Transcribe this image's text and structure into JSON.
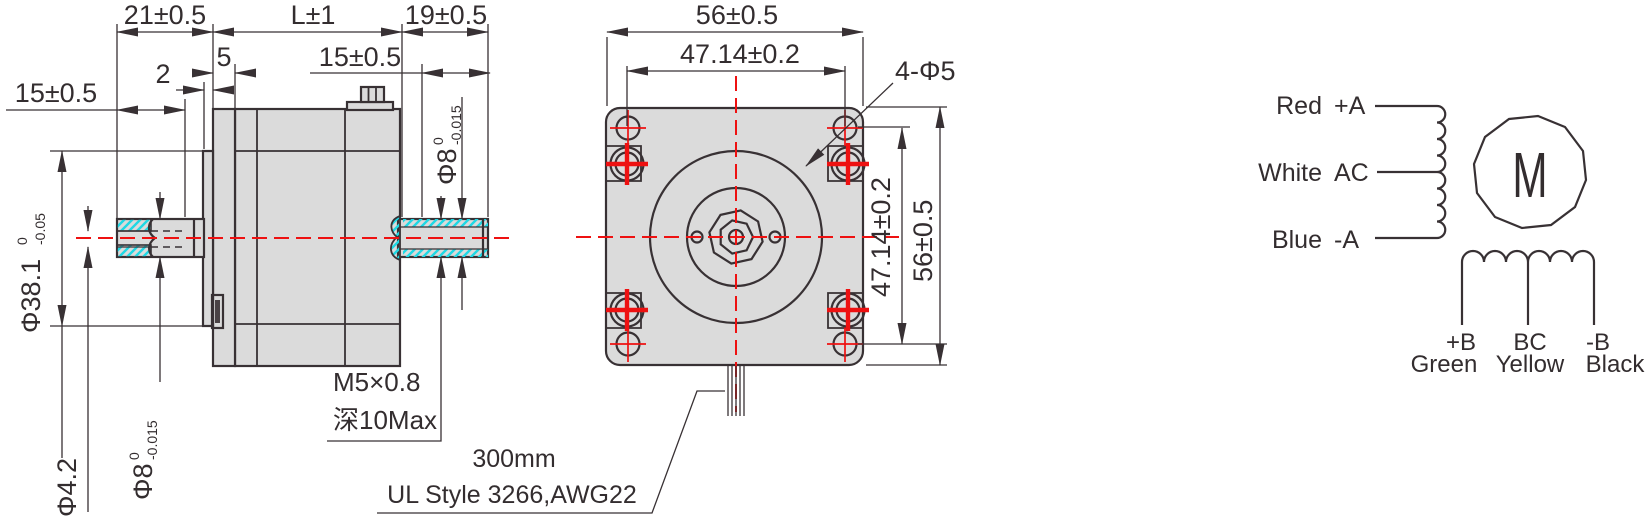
{
  "colors": {
    "line": "#383134",
    "body_fill": "#dbdbdb",
    "centerline_red": "#ee1111",
    "hatch_cyan": "#1fd8e4",
    "text": "#332d2f"
  },
  "side_view": {
    "dim_shaft_front_len": "21±0.5",
    "dim_body_len": "L±1",
    "dim_shaft_rear_len": "19±0.5",
    "dim_boss_thickness": "2",
    "dim_plate_thickness": "5",
    "dim_thread_len": "15±0.5",
    "dim_bore_depth": "15±0.5",
    "dia_boss": "Φ38.1",
    "dia_boss_tol_top": "0",
    "dia_boss_tol_bot": "-0.05",
    "dia_bore": "Φ4.2",
    "dia_shaft_front": "Φ8",
    "dia_shaft_front_tol_top": "0",
    "dia_shaft_front_tol_bot": "-0.015",
    "dia_shaft_rear": "Φ8",
    "dia_shaft_rear_tol_top": "0",
    "dia_shaft_rear_tol_bot": "-0.015",
    "thread_spec": "M5×0.8",
    "thread_depth": "深10Max"
  },
  "front_view": {
    "dim_width": "56±0.5",
    "dim_hole_spacing_h": "47.14±0.2",
    "dim_hole_spacing_v": "47.14±0.2",
    "dim_height": "56±0.5",
    "hole_callout": "4-Φ5",
    "cable_length": "300mm",
    "cable_spec": "UL Style 3266,AWG22"
  },
  "wiring_diagram": {
    "phase_a_leads": [
      {
        "wire": "Red",
        "terminal": "+A"
      },
      {
        "wire": "White",
        "terminal": "AC"
      },
      {
        "wire": "Blue",
        "terminal": "-A"
      }
    ],
    "motor_symbol": "M",
    "phase_b_terminals": [
      "+B",
      "BC",
      "-B"
    ],
    "phase_b_wires": [
      "Green",
      "Yellow",
      "Black"
    ]
  }
}
